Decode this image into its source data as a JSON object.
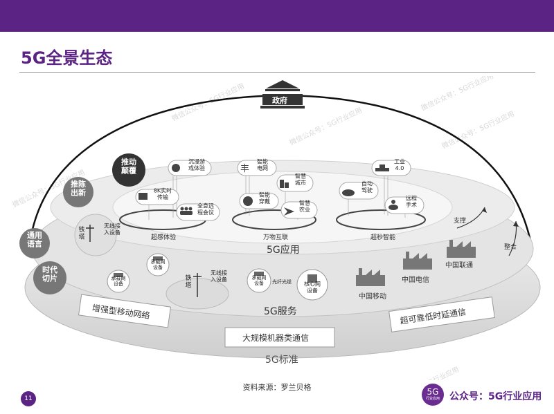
{
  "title": "5G全景生态",
  "page_number": "11",
  "source": "资料来源：罗兰贝格",
  "brand": {
    "icon_top": "5G",
    "icon_bottom": "行业应用",
    "account": "公众号：5G行业应用"
  },
  "watermark": "微信公众号：5G行业应用",
  "top_node": "政府",
  "left_labels": [
    "推动\n颠覆",
    "推陈\n出新",
    "通用\n语言",
    "时代\n切片"
  ],
  "apps": {
    "immersive": "沉浸游\n戏体验",
    "realtime8k": "8K实时\n传输",
    "hologram": "全息远\n程会议",
    "smartgrid": "智能\n电网",
    "smartcity": "智慧\n城市",
    "wearable": "智能\n穿戴",
    "agriculture": "智慧\n农业",
    "industry": "工业\n4.0",
    "autodrive": "自动\n驾驶",
    "surgery": "远程\n手术"
  },
  "ring_labels": [
    "超感体验",
    "万物互联",
    "超秒智能"
  ],
  "layer_app": "5G应用",
  "support": "支撑",
  "integrate": "整合",
  "service_items": {
    "tower_left": "铁\n塔",
    "access_left": "无线接\n入设备",
    "bearer_a": "承载网\n设备",
    "bearer_b": "承载网\n设备",
    "bearer_c": "承载网\n设备",
    "tower_mid": "铁\n塔",
    "access_mid": "无线接\n入设备",
    "fiber": "光纤光缆",
    "core": "核心网\n设备"
  },
  "operators": [
    "中国移动",
    "中国电信",
    "中国联通"
  ],
  "layer_service": "5G服务",
  "standards": [
    "增强型移动网络",
    "大规模机器类通信",
    "超可靠低时延通信"
  ],
  "layer_standard": "5G标准"
}
